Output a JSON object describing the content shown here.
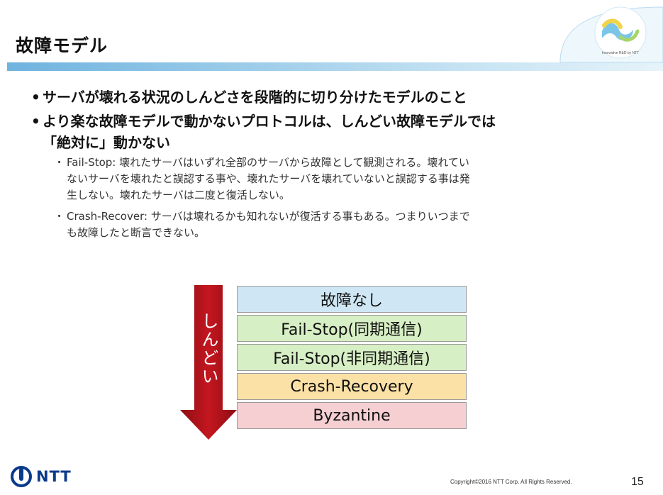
{
  "header": {
    "title": "故障モデル",
    "badge_text": "Innovative R&D by NTT"
  },
  "bullets": {
    "main_1": "サーバが壊れる状況のしんどさを段階的に切り分けたモデルのこと",
    "main_2_line1": "より楽な故障モデルで動かないプロトコルは、しんどい故障モデルでは",
    "main_2_line2": "「絶対に」動かない",
    "sub_1_line1": "Fail-Stop: 壊れたサーバはいずれ全部のサーバから故障として観測される。壊れてい",
    "sub_1_line2": "ないサーバを壊れたと誤認する事や、壊れたサーバを壊れていないと誤認する事は発",
    "sub_1_line3": "生しない。壊れたサーバは二度と復活しない。",
    "sub_2_line1": "Crash-Recover: サーバは壊れるかも知れないが復活する事もある。つまりいつまで",
    "sub_2_line2": "も故障したと断言できない。",
    "bullet_char": "・"
  },
  "diagram": {
    "arrow_label": "しんどい",
    "levels": [
      {
        "label": "故障なし",
        "color": "#cfe7f5"
      },
      {
        "label": "Fail-Stop(同期通信)",
        "color": "#d7efc4"
      },
      {
        "label": "Fail-Stop(非同期通信)",
        "color": "#d7efc4"
      },
      {
        "label": "Crash-Recovery",
        "color": "#fbe1a6"
      },
      {
        "label": "Byzantine",
        "color": "#f6cfd3"
      }
    ],
    "arrow_color": "#b3121b"
  },
  "footer": {
    "company": "NTT",
    "copyright": "Copyright©2016  NTT Corp. All Rights Reserved.",
    "page_number": "15"
  },
  "colors": {
    "header_line": "#6cb4e0",
    "brand_blue": "#0b3a8a"
  }
}
